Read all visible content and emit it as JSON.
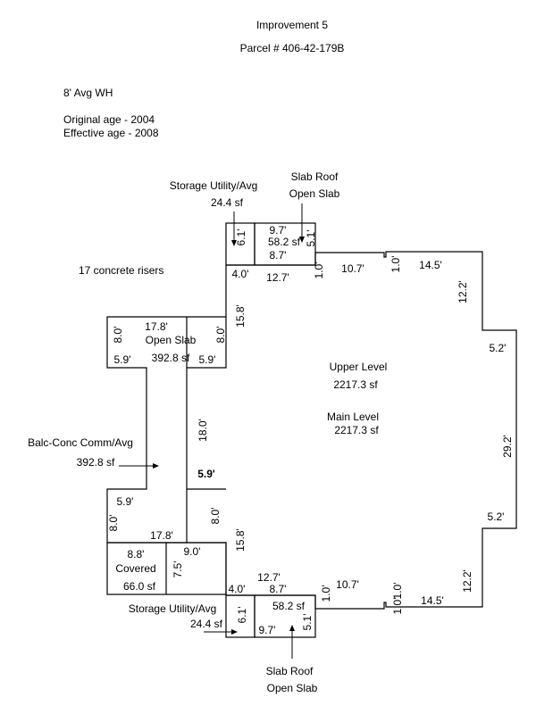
{
  "header": {
    "title": "Improvement 5",
    "parcel": "Parcel # 406-42-179B"
  },
  "notes": {
    "wall_height": "8' Avg WH",
    "original_age": "Original age - 2004",
    "effective_age": "Effective age - 2008",
    "risers": "17 concrete risers"
  },
  "areas": {
    "upper_level_name": "Upper Level",
    "upper_level_sf": "2217.3 sf",
    "main_level_name": "Main Level",
    "main_level_sf": "2217.3 sf",
    "open_slab_name": "Open Slab",
    "open_slab_sf": "392.8 sf",
    "balc_name": "Balc-Conc Comm/Avg",
    "balc_sf": "392.8 sf",
    "covered_name": "Covered",
    "covered_sf": "66.0 sf",
    "storage_top_name": "Storage Utility/Avg",
    "storage_top_sf": "24.4 sf",
    "slab_top_name_1": "Slab Roof",
    "slab_top_name_2": "Open Slab",
    "slab_top_sf": "58.2 sf",
    "storage_bottom_name": "Storage Utility/Avg",
    "storage_bottom_sf": "24.4 sf",
    "slab_bottom_name_1": "Slab Roof",
    "slab_bottom_name_2": "Open Slab",
    "slab_bottom_sf": "58.2 sf"
  },
  "dims": {
    "top_slab_w": "9.7'",
    "top_slab_w2": "8.7'",
    "top_storage_h": "6.1'",
    "top_slab_h": "5.1'",
    "top_4": "4.0'",
    "top_12_7": "12.7'",
    "top_1_0a": "1.0'",
    "top_10_7": "10.7'",
    "top_1_0b": "1.0'",
    "top_14_5": "14.5'",
    "right_12_2_top": "12.2'",
    "right_5_2_top": "5.2'",
    "right_29_2": "29.2'",
    "right_5_2_bot": "5.2'",
    "right_12_2_bot": "12.2'",
    "left_15_8_top": "15.8'",
    "slab_17_8": "17.8'",
    "slab_8_0_left": "8.0'",
    "slab_8_0_right": "8.0'",
    "slab_5_9_left": "5.9'",
    "slab_5_9_right": "5.9'",
    "neck_18_0": "18.0'",
    "neck_5_9": "5.9'",
    "balc_5_9": "5.9'",
    "balc_8_0_left": "8.0'",
    "balc_8_0_right": "8.0'",
    "balc_17_8": "17.8'",
    "cov_8_8": "8.8'",
    "cov_9_0": "9.0'",
    "cov_7_5": "7.5'",
    "left_15_8_bot": "15.8'",
    "bot_4": "4.0'",
    "bot_12_7": "12.7'",
    "bot_8_7": "8.7'",
    "bot_1_0a": "1.0'",
    "bot_10_7": "10.7'",
    "bot_1_0b": "1.0'",
    "bot_1_0c": "1.0'",
    "bot_14_5": "14.5'",
    "bot_storage_h": "6.1'",
    "bot_slab_h": "5.1'",
    "bot_slab_w": "9.7'"
  }
}
